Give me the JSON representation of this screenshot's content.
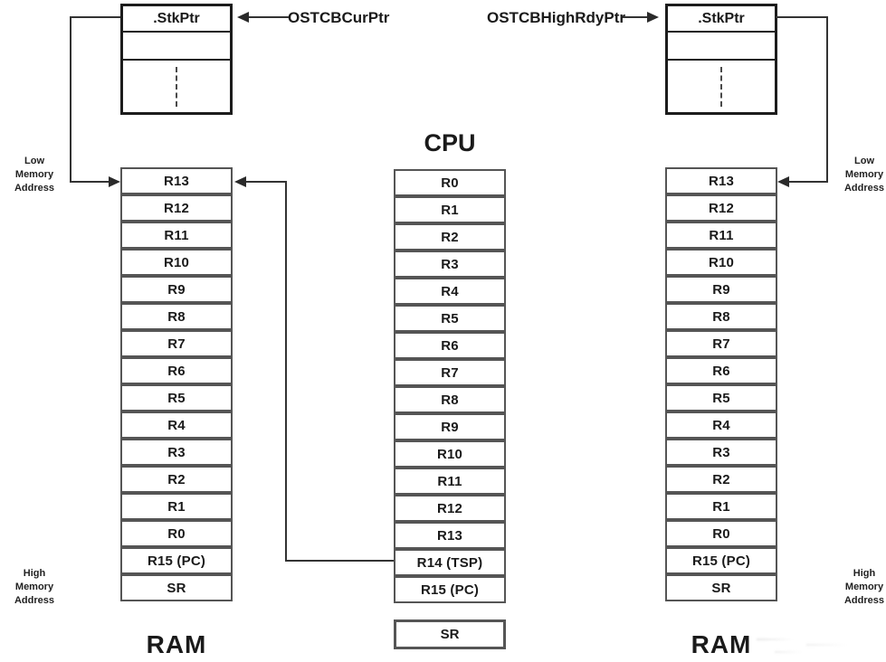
{
  "tcb": {
    "stkptr_label": ".StkPtr"
  },
  "pointers": {
    "cur_label": "OSTCBCurPtr",
    "highrdy_label": "OSTCBHighRdyPtr"
  },
  "cpu": {
    "title": "CPU",
    "registers": [
      "R0",
      "R1",
      "R2",
      "R3",
      "R4",
      "R5",
      "R6",
      "R7",
      "R8",
      "R9",
      "R10",
      "R11",
      "R12",
      "R13",
      "R14 (TSP)",
      "R15 (PC)"
    ],
    "sr_label": "SR"
  },
  "ram_left": {
    "title": "RAM",
    "cells": [
      "R13",
      "R12",
      "R11",
      "R10",
      "R9",
      "R8",
      "R7",
      "R6",
      "R5",
      "R4",
      "R3",
      "R2",
      "R1",
      "R0",
      "R15 (PC)",
      "SR"
    ],
    "low_label_lines": [
      "Low",
      "Memory",
      "Address"
    ],
    "high_label_lines": [
      "High",
      "Memory",
      "Address"
    ]
  },
  "ram_right": {
    "title": "RAM",
    "cells": [
      "R13",
      "R12",
      "R11",
      "R10",
      "R9",
      "R8",
      "R7",
      "R6",
      "R5",
      "R4",
      "R3",
      "R2",
      "R1",
      "R0",
      "R15 (PC)",
      "SR"
    ],
    "low_label_lines": [
      "Low",
      "Memory",
      "Address"
    ],
    "high_label_lines": [
      "High",
      "Memory",
      "Address"
    ]
  }
}
